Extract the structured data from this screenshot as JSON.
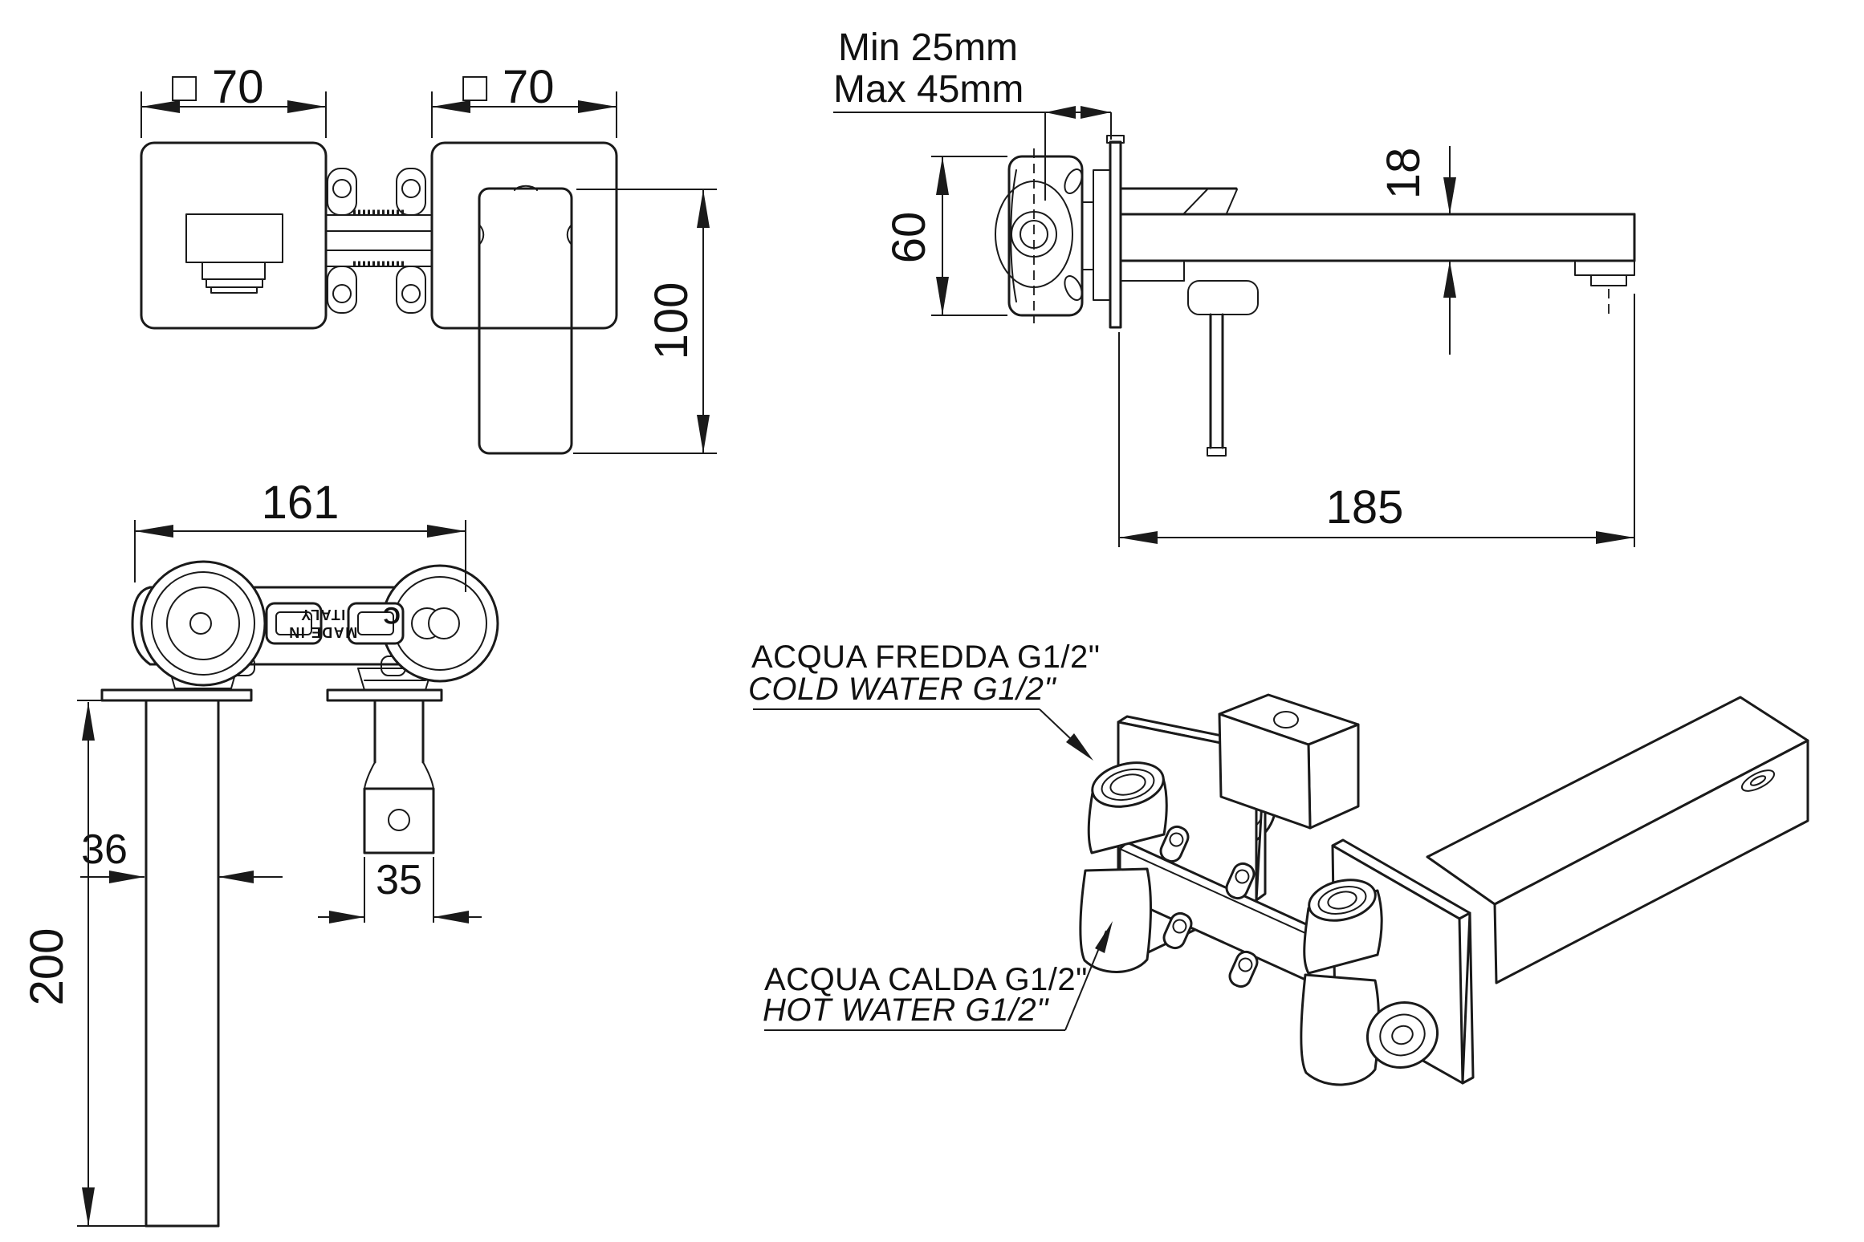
{
  "drawing": {
    "background": "#ffffff",
    "line_color": "#1a1a1a",
    "front_view": {
      "square_symbol": "□",
      "plate_left_dim": "70",
      "plate_right_dim": "70",
      "handle_height_dim": "100"
    },
    "side_view": {
      "depth_min": "Min 25mm",
      "depth_max": "Max 45mm",
      "body_height_dim": "60",
      "spout_height_dim": "18",
      "spout_reach_dim": "185"
    },
    "plan_view": {
      "body_length_dim": "161",
      "spout_width_dim": "36",
      "handle_width_dim": "35",
      "spout_length_dim": "200",
      "marking_line1": "MADE IN",
      "marking_line2": "ITALY",
      "logo": "C"
    },
    "iso_view": {
      "cold_color": "#2126d3",
      "hot_color": "#e2382a",
      "cold_label_line1": "ACQUA FREDDA G1/2\"",
      "cold_label_line2": "COLD WATER G1/2\"",
      "hot_label_line1": "ACQUA CALDA G1/2\"",
      "hot_label_line2": "HOT WATER G1/2\""
    }
  }
}
